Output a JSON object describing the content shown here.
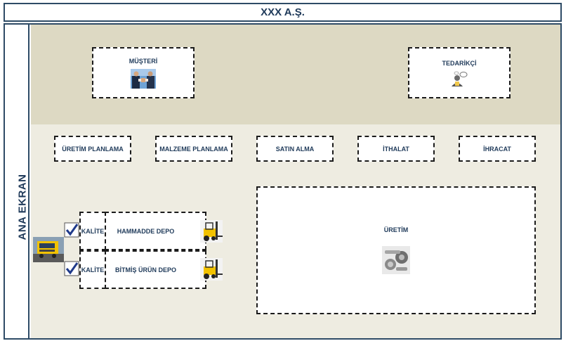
{
  "title": "XXX A.Ş.",
  "side_label": "ANA EKRAN",
  "top": {
    "customer": {
      "label": "MÜŞTERİ",
      "icon": "handshake-icon"
    },
    "supplier": {
      "label": "TEDARİKÇİ",
      "icon": "person-chat-icon"
    }
  },
  "modules": [
    {
      "label": "ÜRETİM PLANLAMA"
    },
    {
      "label": "MALZEME PLANLAMA"
    },
    {
      "label": "SATIN ALMA"
    },
    {
      "label": "İTHALAT"
    },
    {
      "label": "İHRACAT"
    }
  ],
  "production": {
    "label": "ÜRETİM",
    "icon": "engine-parts-icon"
  },
  "warehouses": [
    {
      "quality_label": "KALİTE",
      "name": "HAMMADDE DEPO",
      "icon": "forklift-icon",
      "check_icon": "checkmark-icon"
    },
    {
      "quality_label": "KALİTE",
      "name": "BİTMİŞ ÜRÜN DEPO",
      "icon": "forklift-icon",
      "check_icon": "checkmark-icon"
    }
  ],
  "truck_icon": "truck-icon",
  "colors": {
    "title_text": "#1f3a5a",
    "frame_border": "#2e4b66",
    "top_band": "#ddd9c3",
    "bottom_band": "#eeece1",
    "dashed_border": "#1b1b1b",
    "check": "#1f3a8a"
  }
}
